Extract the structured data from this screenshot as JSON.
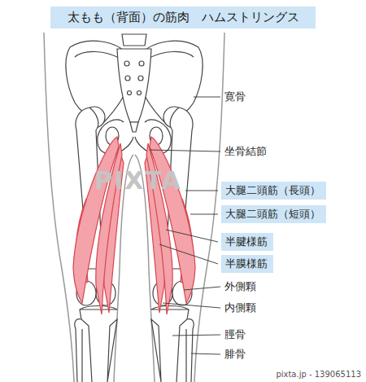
{
  "diagram": {
    "title": "太もも（背面）の筋肉　ハムストリングス",
    "nodes": [
      {
        "text": [
          "大腿二頭筋（長頭）"
        ]
      },
      {
        "text": [
          "大腿二頭筋（短頭）"
        ]
      },
      {
        "text": [
          "半腱様筋"
        ]
      },
      {
        "text": [
          "半膜様筋"
        ]
      }
    ],
    "labels": [
      "寛骨",
      "坐骨結節",
      "外側顆",
      "内側顆",
      "脛骨",
      "腓骨",
      "PIXTA",
      "pixta.jp - 139065113"
    ]
  }
}
